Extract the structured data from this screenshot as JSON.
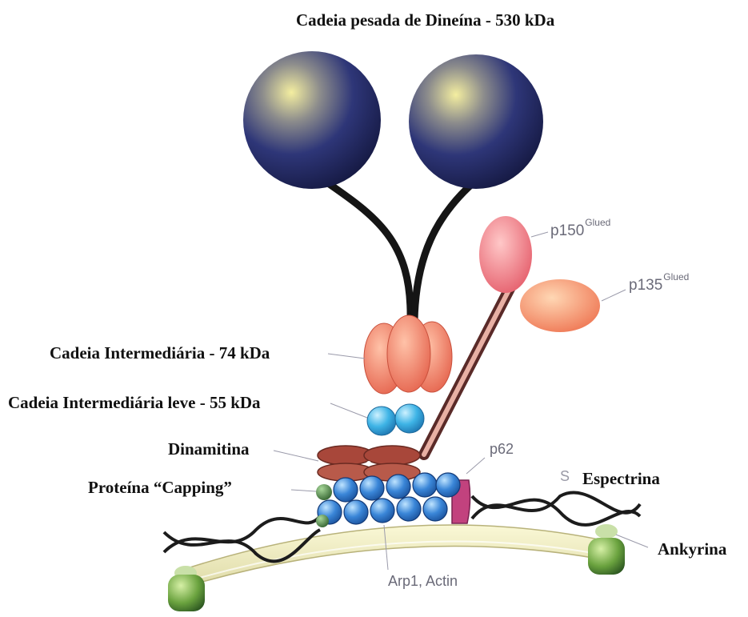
{
  "labels": {
    "dynein_heavy_chain": "Cadeia pesada de Dineína - 530 kDa",
    "intermediate_chain": "Cadeia Intermediária - 74 kDa",
    "light_intermediate_chain": "Cadeia Intermediária leve - 55 kDa",
    "dynamitin": "Dinamitina",
    "capping_protein": "Proteína “Capping”",
    "p150_base": "p150",
    "p150_sup": "Glued",
    "p135_base": "p135",
    "p135_sup": "Glued",
    "p62": "p62",
    "spectrin_mark": "S",
    "spectrin": "Espectrina",
    "ankyrin": "Ankyrina",
    "arp1_actin": "Arp1, Actin"
  },
  "colors": {
    "motor_head": "#2a3270",
    "motor_highlight": "#f2ec9a",
    "stalk": "#151515",
    "intermediate_chain": "#f07a62",
    "light_intermediate_chain": "#3eb6e4",
    "dynamitin": "#a8473a",
    "p150": "#ee6f7a",
    "p135": "#f48a62",
    "actin_filament": "#3a86d8",
    "p62": "#c2427e",
    "capping_protein": "#3d7a3a",
    "spectrin": "#1c1c1c",
    "membrane": "#f4f2c6",
    "ankyrin": "#7ab44a"
  }
}
